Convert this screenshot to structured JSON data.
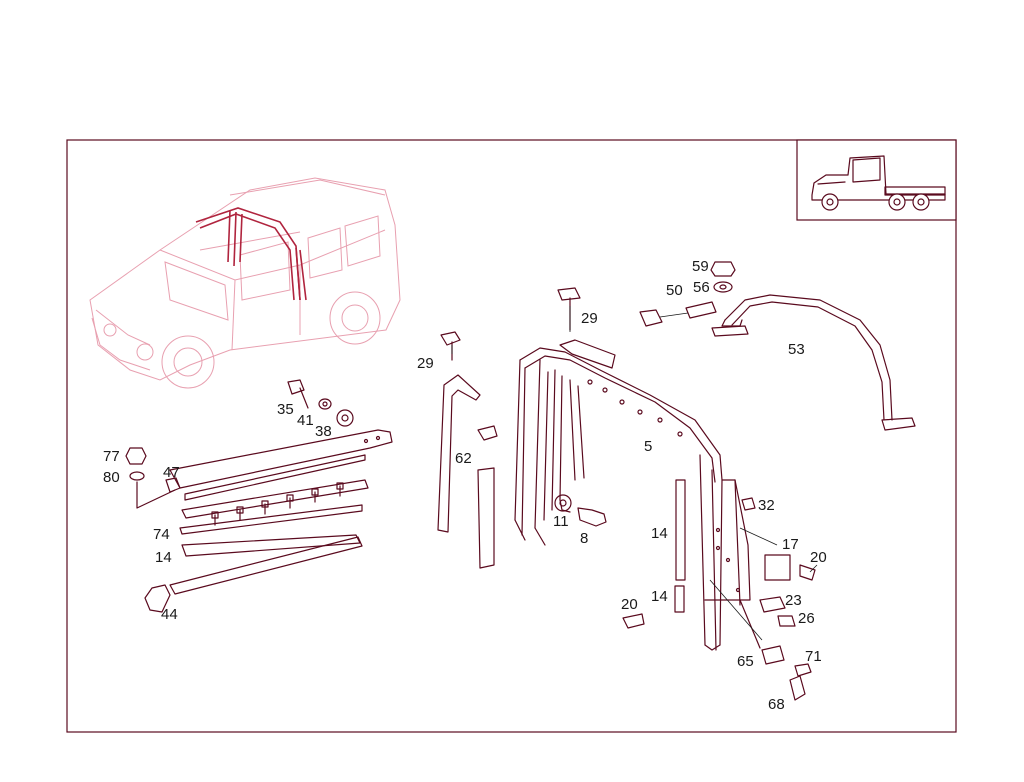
{
  "colors": {
    "line": "#5a0a1e",
    "ghost": "#e8a0b0",
    "highlight": "#b0243e",
    "text": "#1a1a1a",
    "background": "#ffffff"
  },
  "callouts": {
    "c5": "5",
    "c8": "8",
    "c11": "11",
    "c14a": "14",
    "c14b": "14",
    "c14c": "14",
    "c17": "17",
    "c20a": "20",
    "c20b": "20",
    "c23": "23",
    "c26": "26",
    "c29a": "29",
    "c29b": "29",
    "c32": "32",
    "c35": "35",
    "c38": "38",
    "c41": "41",
    "c44": "44",
    "c47": "47",
    "c50": "50",
    "c53": "53",
    "c56": "56",
    "c59": "59",
    "c62": "62",
    "c65": "65",
    "c68": "68",
    "c71": "71",
    "c74": "74",
    "c77": "77",
    "c80": "80"
  }
}
